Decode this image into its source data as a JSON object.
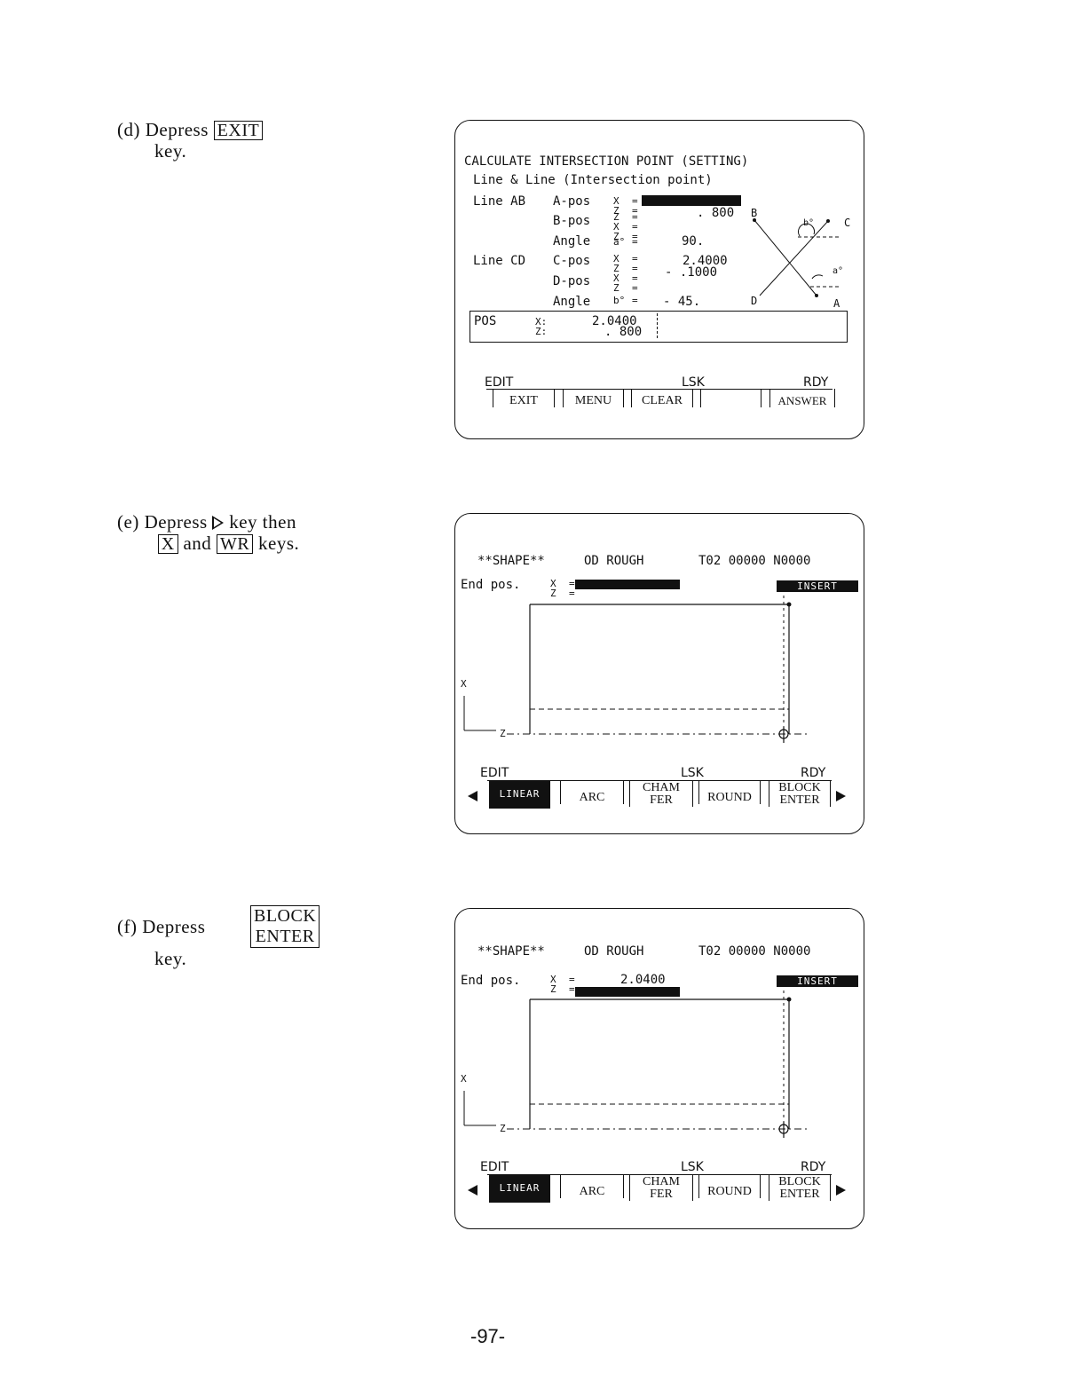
{
  "steps": {
    "d": {
      "label": "(d)",
      "text": "Depress",
      "key": "EXIT",
      "text2": "key."
    },
    "e": {
      "label": "(e)",
      "text": "Depress",
      "text_then": "key then",
      "key_x": "X",
      "text_and": "and",
      "key_wr": "WR",
      "text2": "keys."
    },
    "f": {
      "label": "(f)",
      "text": "Depress",
      "key_line1": "BLOCK",
      "key_line2": "ENTER",
      "text2": "key."
    }
  },
  "screen1": {
    "title": "CALCULATE INTERSECTION POINT (SETTING)",
    "subtitle": "Line & Line (Intersection point)",
    "lineAB": "Line AB",
    "apos": "A-pos",
    "bpos": "B-pos",
    "angle1": "Angle",
    "lineCD": "Line CD",
    "cpos": "C-pos",
    "dpos": "D-pos",
    "angle2": "Angle",
    "bpos_z_value": ". 800",
    "angle_a_value": "90.",
    "cpos_x_value": "2.4000",
    "cpos_z_value": "- .1000",
    "angle_b_value": "- 45.",
    "a_label": "a°",
    "b_label": "b°",
    "pos_label": "POS",
    "pos_x_value": "2.0400",
    "pos_z_value": ". 800",
    "diagram": {
      "B": "B",
      "C": "C",
      "D": "D",
      "A": "A",
      "b": "b°",
      "a": "a°"
    },
    "mode_edit": "EDIT",
    "mode_lsk": "LSK",
    "mode_rdy": "RDY",
    "softkeys": [
      "EXIT",
      "MENU",
      "CLEAR",
      "",
      "ANSWER"
    ]
  },
  "screen2": {
    "header_shape": "**SHAPE**",
    "header_mode": "OD ROUGH",
    "header_tool": "T02 00000 N0000",
    "end_pos": "End pos.",
    "x_value": "",
    "insert": "INSERT",
    "axis_x": "X",
    "axis_z": "Z",
    "mode_edit": "EDIT",
    "mode_lsk": "LSK",
    "mode_rdy": "RDY",
    "softkeys": {
      "linear": "LINEAR",
      "arc": "ARC",
      "cham1": "CHAM",
      "cham2": "FER",
      "round": "ROUND",
      "block1": "BLOCK",
      "block2": "ENTER"
    }
  },
  "screen3": {
    "header_shape": "**SHAPE**",
    "header_mode": "OD ROUGH",
    "header_tool": "T02 00000 N0000",
    "end_pos": "End pos.",
    "x_value": "2.0400",
    "insert": "INSERT",
    "axis_x": "X",
    "axis_z": "Z",
    "mode_edit": "EDIT",
    "mode_lsk": "LSK",
    "mode_rdy": "RDY",
    "softkeys": {
      "linear": "LINEAR",
      "arc": "ARC",
      "cham1": "CHAM",
      "cham2": "FER",
      "round": "ROUND",
      "block1": "BLOCK",
      "block2": "ENTER"
    }
  },
  "page_number": "-97-"
}
